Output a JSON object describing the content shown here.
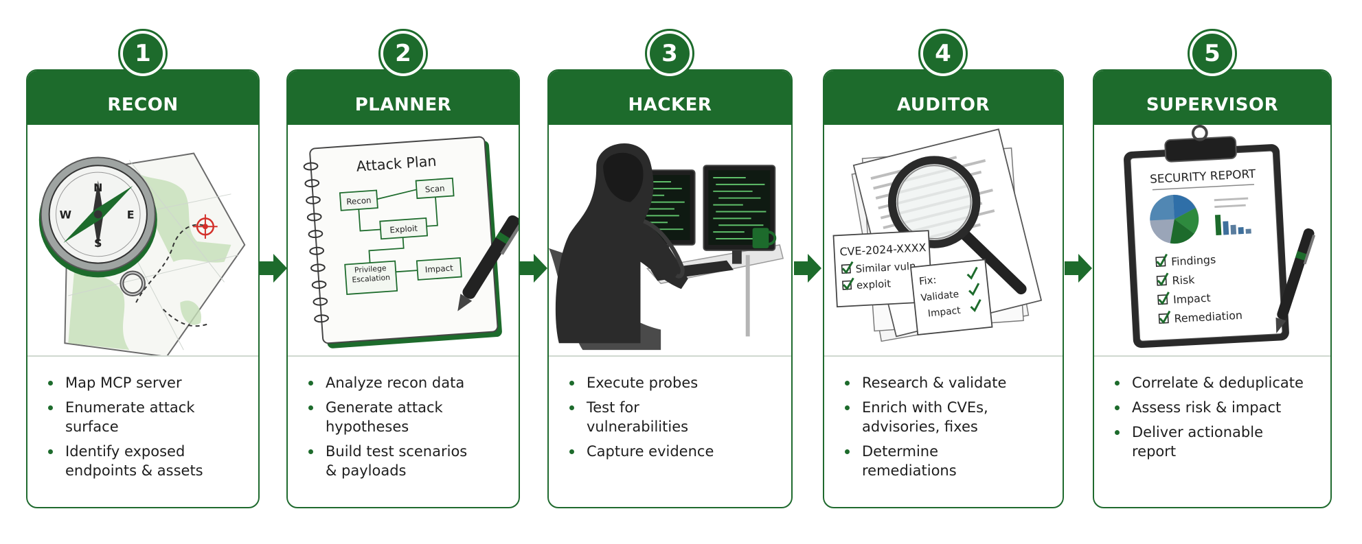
{
  "stages": [
    {
      "number": "1",
      "title": "RECON",
      "bullets": [
        "Map MCP server",
        "Enumerate attack surface",
        "Identify exposed endpoints & assets"
      ],
      "illustration": {
        "compass_labels": [
          "N",
          "E",
          "S",
          "W"
        ]
      }
    },
    {
      "number": "2",
      "title": "PLANNER",
      "bullets": [
        "Analyze recon data",
        "Generate attack hypotheses",
        "Build test scenarios & payloads"
      ],
      "illustration": {
        "notebook_title": "Attack Plan",
        "nodes": [
          "Recon",
          "Scan",
          "Exploit",
          "Privilege Escalation",
          "Impact"
        ]
      }
    },
    {
      "number": "3",
      "title": "HACKER",
      "bullets": [
        "Execute probes",
        "Test for vulnerabilities",
        "Capture evidence"
      ],
      "illustration": {}
    },
    {
      "number": "4",
      "title": "AUDITOR",
      "bullets": [
        "Research & validate",
        "Enrich with CVEs, advisories, fixes",
        "Determine remediations"
      ],
      "illustration": {
        "cve_note": {
          "title": "CVE-2024-XXXX",
          "items": [
            "Similar vuln",
            "exploit"
          ]
        },
        "fix_note": {
          "title": "Fix:",
          "items": [
            "Validate",
            "Impact"
          ]
        }
      }
    },
    {
      "number": "5",
      "title": "SUPERVISOR",
      "bullets": [
        "Correlate & deduplicate",
        "Assess risk & impact",
        "Deliver actionable report"
      ],
      "illustration": {
        "report_title": "SECURITY REPORT",
        "checklist": [
          "Findings",
          "Risk",
          "Impact",
          "Remediation"
        ]
      }
    }
  ],
  "colors": {
    "accent": "#1d6b2c",
    "light_green": "#a9cf9a"
  },
  "icons": [
    "compass-icon",
    "notebook-icon",
    "hacker-icon",
    "magnifier-icon",
    "clipboard-icon",
    "arrow-right-icon"
  ]
}
